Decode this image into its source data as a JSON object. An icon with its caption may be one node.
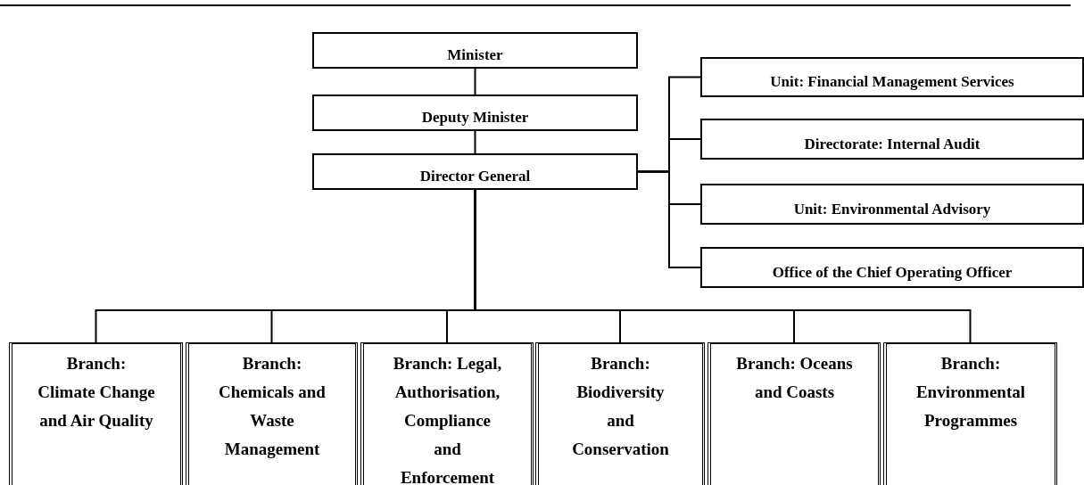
{
  "diagram": {
    "nodes": [
      {
        "text": [
          "Minister"
        ]
      },
      {
        "text": [
          "Deputy Minister"
        ]
      },
      {
        "text": [
          "Director General"
        ]
      },
      {
        "text": [
          "Unit: Financial Management Services"
        ]
      },
      {
        "text": [
          "Directorate: Internal Audit"
        ]
      },
      {
        "text": [
          "Unit: Environmental Advisory"
        ]
      },
      {
        "text": [
          "Office of the Chief Operating Officer"
        ]
      },
      {
        "text": [
          "Branch: Climate Change and Air Quality"
        ]
      },
      {
        "text": [
          "Branch: Chemicals and Waste Management"
        ]
      },
      {
        "text": [
          "Branch: Legal, Authorisation, Compliance and Enforcement"
        ]
      },
      {
        "text": [
          "Branch: Biodiversity and Conservation"
        ]
      },
      {
        "text": [
          "Branch: Oceans and Coasts"
        ]
      },
      {
        "text": [
          "Branch: Environmental Programmes"
        ]
      }
    ],
    "edges": [
      {
        "from": 0,
        "to": 1,
        "arrow": "none"
      },
      {
        "from": 1,
        "to": 2,
        "arrow": "none"
      },
      {
        "from": 2,
        "to": 3,
        "arrow": "none"
      },
      {
        "from": 2,
        "to": 4,
        "arrow": "none"
      },
      {
        "from": 2,
        "to": 5,
        "arrow": "none"
      },
      {
        "from": 2,
        "to": 6,
        "arrow": "none"
      },
      {
        "from": 2,
        "to": 7,
        "arrow": "none"
      },
      {
        "from": 2,
        "to": 8,
        "arrow": "none"
      },
      {
        "from": 2,
        "to": 9,
        "arrow": "none"
      },
      {
        "from": 2,
        "to": 10,
        "arrow": "none"
      },
      {
        "from": 2,
        "to": 11,
        "arrow": "none"
      },
      {
        "from": 2,
        "to": 12,
        "arrow": "none"
      }
    ]
  }
}
